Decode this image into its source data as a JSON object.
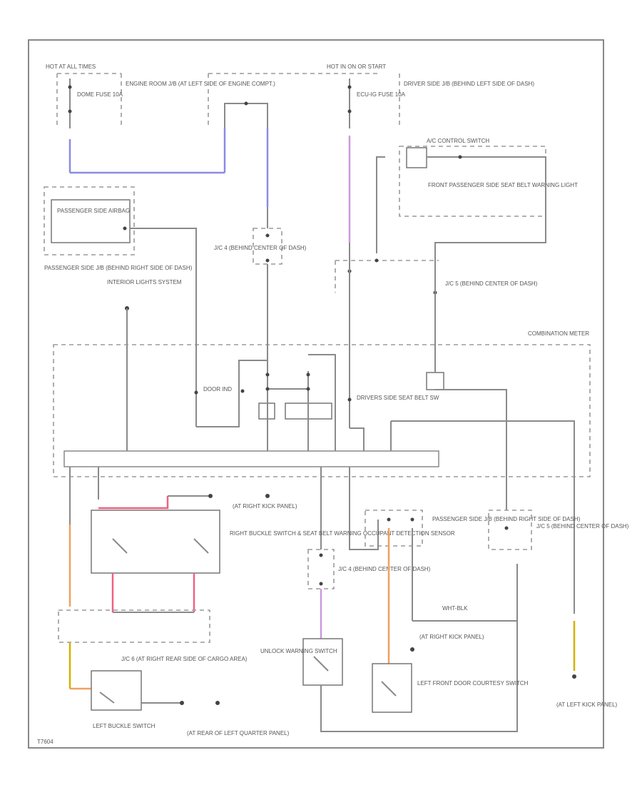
{
  "labels": {
    "hot_at_all_times": "HOT AT ALL TIMES",
    "dome_fuse": "DOME FUSE 10A",
    "engine_room_jb": "ENGINE ROOM J/B (AT LEFT SIDE OF ENGINE COMPT.)",
    "hot_in_on": "HOT IN ON OR START",
    "ecu_ig_fuse": "ECU-IG FUSE 10A",
    "driver_side_jb": "DRIVER SIDE J/B (BEHIND LEFT SIDE OF DASH)",
    "airbag_switch": "A/C CONTROL SWITCH",
    "front_pass_seat_belt": "FRONT PASSENGER SIDE SEAT BELT WARNING LIGHT",
    "passenger_side_airbag": "PASSENGER SIDE AIRBAG",
    "passenger_side_jb": "PASSENGER SIDE J/B (BEHIND RIGHT SIDE OF DASH)",
    "interior_lights_system": "INTERIOR LIGHTS SYSTEM",
    "jc4_behind_center": "J/C 4 (BEHIND CENTER OF DASH)",
    "jc5_behind_center": "J/C 5 (BEHIND CENTER OF DASH)",
    "combination_meter": "COMBINATION METER",
    "drivers_side_seat_belt": "DRIVERS SIDE SEAT BELT SW",
    "door_ind": "DOOR IND",
    "right_buckle_switch": "RIGHT BUCKLE SWITCH & SEAT BELT WARNING OCCUPANT DETECTION SENSOR",
    "at_right_kick_panel_top": "(AT RIGHT KICK PANEL)",
    "jc4_center": "J/C 4 (BEHIND CENTER OF DASH)",
    "passenger_side_jb2": "PASSENGER SIDE J/B (BEHIND RIGHT SIDE OF DASH)",
    "jc5_center_right": "J/C 5 (BEHIND CENTER OF DASH)",
    "unlock_warning_switch": "UNLOCK WARNING SWITCH",
    "left_front_door_courtesy": "LEFT FRONT DOOR COURTESY SWITCH",
    "at_right_kick_panel_bottom": "(AT RIGHT KICK PANEL)",
    "at_left_kick_panel": "(AT LEFT KICK PANEL)",
    "jc6_rear": "J/C 6 (AT RIGHT REAR SIDE OF CARGO AREA)",
    "left_buckle_switch": "LEFT BUCKLE SWITCH",
    "at_rear_left_quarter": "(AT REAR OF LEFT QUARTER PANEL)",
    "wht_blk": "WHT-BLK",
    "diagram_id": "T7604"
  }
}
